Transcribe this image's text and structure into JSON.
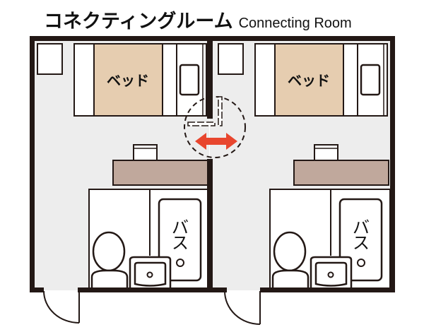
{
  "title": {
    "japanese": "コネクティングルーム",
    "english": "Connecting Room"
  },
  "rooms": [
    {
      "bed_label": "ベッド",
      "bath_label_1": "バ",
      "bath_label_2": "ス"
    },
    {
      "bed_label": "ベッド",
      "bath_label_1": "バ",
      "bath_label_2": "ス"
    }
  ],
  "colors": {
    "wall": "#231815",
    "floor": "#ededed",
    "bed": "#e6cdb0",
    "desk": "#c0a89c",
    "arrow": "#e8462e"
  }
}
